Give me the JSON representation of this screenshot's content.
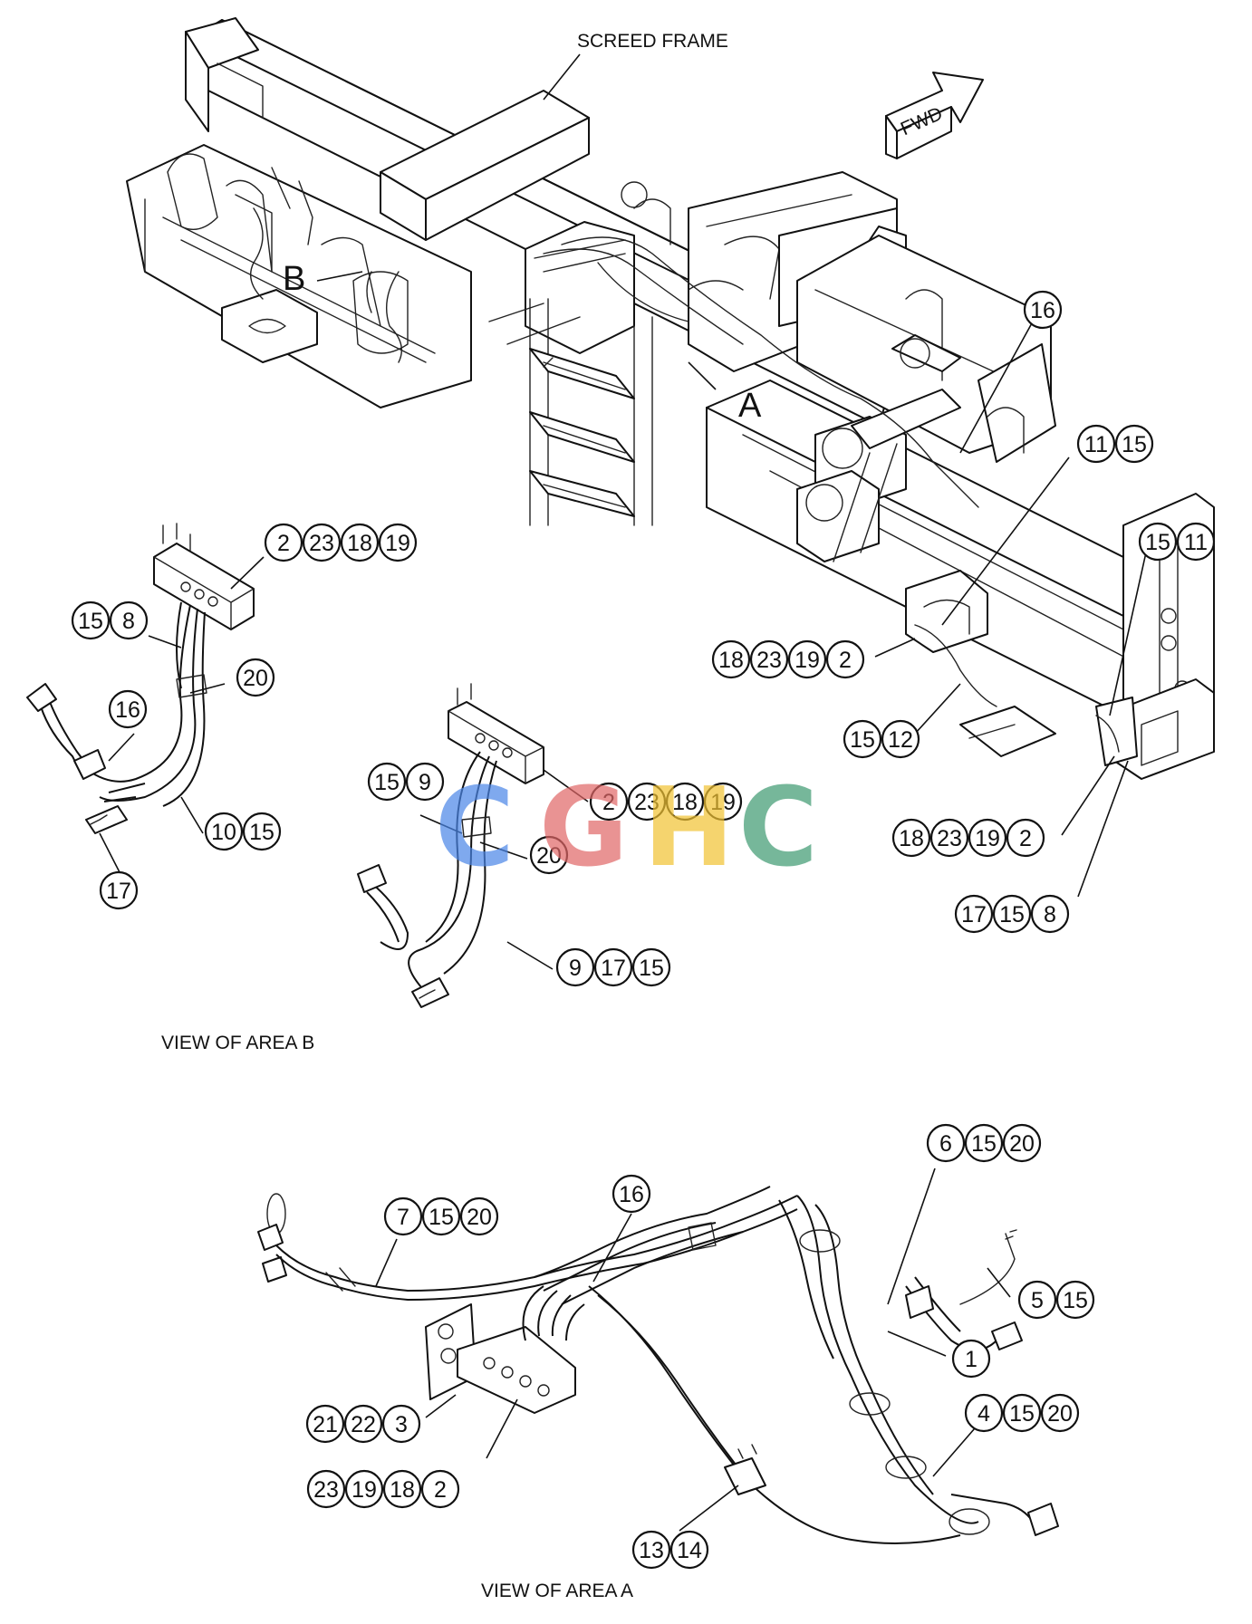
{
  "labels": {
    "screed_frame": "SCREED FRAME",
    "fwd": "FWD",
    "area_a_marker": "A",
    "area_b_marker": "B",
    "view_area_b": "VIEW OF AREA B",
    "view_area_a": "VIEW OF AREA A"
  },
  "watermark": {
    "letters": [
      "C",
      "G",
      "H",
      "C"
    ],
    "colors": [
      "#4a86e8",
      "#e06666",
      "#f1c232",
      "#3d9970"
    ]
  },
  "callouts": {
    "top_16": [
      "16"
    ],
    "top_11_15": [
      "11",
      "15"
    ],
    "top_15_11": [
      "15",
      "11"
    ],
    "top_18_23_19_2": [
      "18",
      "23",
      "19",
      "2"
    ],
    "top_15_12": [
      "15",
      "12"
    ],
    "top_right_18_23_19_2": [
      "18",
      "23",
      "19",
      "2"
    ],
    "top_17_15_8": [
      "17",
      "15",
      "8"
    ],
    "b_2_23_18_19": [
      "2",
      "23",
      "18",
      "19"
    ],
    "b_15_8": [
      "15",
      "8"
    ],
    "b_20": [
      "20"
    ],
    "b_16": [
      "16"
    ],
    "b_10_15": [
      "10",
      "15"
    ],
    "b_17": [
      "17"
    ],
    "c_15_9": [
      "15",
      "9"
    ],
    "c_2_23_18_19": [
      "2",
      "23",
      "18",
      "19"
    ],
    "c_20": [
      "20"
    ],
    "c_9_17_15": [
      "9",
      "17",
      "15"
    ],
    "a_6_15_20": [
      "6",
      "15",
      "20"
    ],
    "a_7_15_20": [
      "7",
      "15",
      "20"
    ],
    "a_16": [
      "16"
    ],
    "a_5_15": [
      "5",
      "15"
    ],
    "a_1": [
      "1"
    ],
    "a_4_15_20": [
      "4",
      "15",
      "20"
    ],
    "a_21_22_3": [
      "21",
      "22",
      "3"
    ],
    "a_23_19_18_2": [
      "23",
      "19",
      "18",
      "2"
    ],
    "a_13_14": [
      "13",
      "14"
    ]
  }
}
